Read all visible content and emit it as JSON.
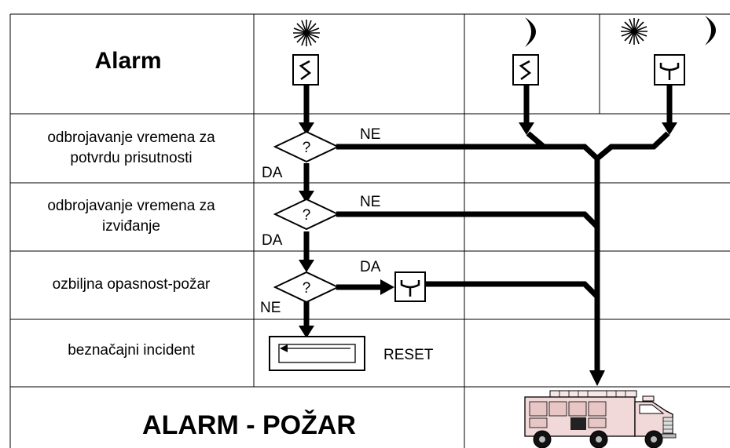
{
  "header": {
    "title": "Alarm"
  },
  "rows": [
    {
      "label_lines": [
        "odbrojavanje vremena za",
        "potvrdu prisutnosti"
      ]
    },
    {
      "label_lines": [
        "odbrojavanje vremena za",
        "izviđanje"
      ]
    },
    {
      "label_lines": [
        "ozbiljna opasnost-požar"
      ]
    },
    {
      "label_lines": [
        "beznačajni incident"
      ]
    }
  ],
  "decisions": [
    {
      "symbol": "?",
      "yes_label": "DA",
      "no_label": "NE"
    },
    {
      "symbol": "?",
      "yes_label": "DA",
      "no_label": "NE"
    },
    {
      "symbol": "?",
      "yes_label": "DA",
      "no_label": "NE"
    }
  ],
  "reset_label": "RESET",
  "footer": {
    "title": "ALARM - POŽAR"
  },
  "icons": {
    "day": "sun-icon",
    "night": "crescent-moon-icon",
    "motion_sensor": "zigzag-sensor-icon",
    "smoke_sensor": "y-sensor-icon",
    "fire_truck": "fire-truck-icon"
  },
  "colors": {
    "line": "#000000",
    "truck_body": "#f2d9d9",
    "background": "#ffffff"
  }
}
